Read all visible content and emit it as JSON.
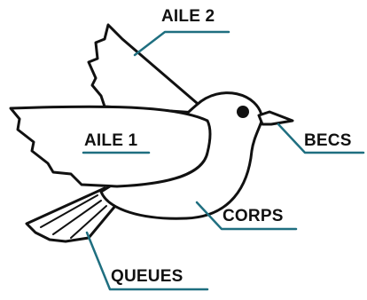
{
  "labels": {
    "wing_2": "AILE 2",
    "wing_1": "AILE 1",
    "beak": "BECS",
    "body": "CORPS",
    "tail": "QUEUES"
  },
  "colors": {
    "outline": "#111111",
    "leader_line": "#1f6f80",
    "label_text": "#111111",
    "background": "#ffffff"
  }
}
